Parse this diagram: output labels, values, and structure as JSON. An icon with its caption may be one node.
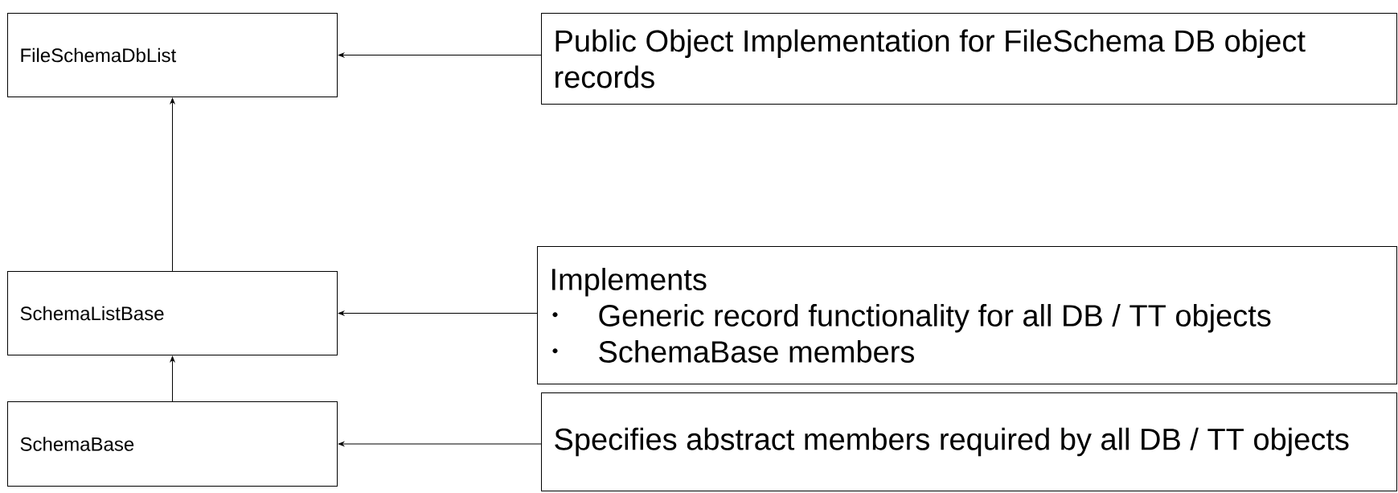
{
  "diagram": {
    "nodes": [
      {
        "text": [
          "FileSchemaDbList"
        ]
      },
      {
        "text": [
          "Public Object Implementation for FileSchema DB object records"
        ]
      },
      {
        "text": [
          "SchemaListBase"
        ]
      },
      {
        "text": [
          "Implements",
          "Generic record functionality for all DB / TT objects",
          "SchemaBase members"
        ]
      },
      {
        "text": [
          "SchemaBase"
        ]
      },
      {
        "text": [
          "Specifies abstract members required by all DB / TT objects"
        ]
      }
    ],
    "edges": [
      {
        "from": 1,
        "to": 0,
        "arrow": "to"
      },
      {
        "from": 2,
        "to": 0,
        "arrow": "to"
      },
      {
        "from": 3,
        "to": 2,
        "arrow": "to"
      },
      {
        "from": 4,
        "to": 2,
        "arrow": "to"
      },
      {
        "from": 5,
        "to": 4,
        "arrow": "to"
      }
    ]
  }
}
